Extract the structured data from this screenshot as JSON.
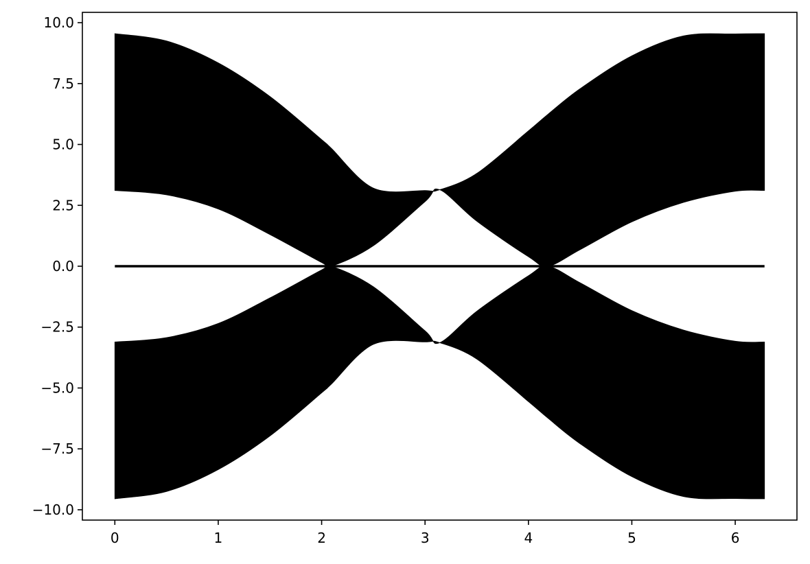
{
  "chart_data": {
    "type": "area",
    "title": "",
    "xlabel": "",
    "ylabel": "",
    "xlim": [
      -0.314,
      6.597
    ],
    "ylim": [
      -10.424,
      10.424
    ],
    "grid": false,
    "legend": "none",
    "x_ticks": [
      0,
      1,
      2,
      3,
      4,
      5,
      6
    ],
    "x_tick_labels": [
      "0",
      "1",
      "2",
      "3",
      "4",
      "5",
      "6"
    ],
    "y_ticks": [
      10,
      7.5,
      5,
      2.5,
      0,
      -2.5,
      -5,
      -7.5,
      -10
    ],
    "y_tick_labels": [
      "10.0",
      "7.5",
      "5.0",
      "2.5",
      "0.0",
      "−2.5",
      "−5.0",
      "−7.5",
      "−10.0"
    ],
    "x_range": [
      0,
      6.2832
    ],
    "bands": [
      {
        "x": [
          0,
          0.5,
          1,
          1.5,
          2,
          2.0944,
          2.5,
          3,
          3.1416,
          3.5,
          4,
          4.1888,
          4.5,
          5,
          5.5,
          6,
          6.2832
        ],
        "upper": [
          9.55,
          9.25,
          8.35,
          6.97,
          5.2,
          4.84,
          3.21,
          3.11,
          3.14,
          3.81,
          5.56,
          6.24,
          7.29,
          8.64,
          9.46,
          9.54,
          9.55
        ],
        "lower": [
          3.11,
          2.93,
          2.35,
          1.3,
          0.15,
          0.0,
          0.84,
          2.65,
          3.14,
          1.85,
          0.39,
          0.0,
          0.68,
          1.82,
          2.62,
          3.08,
          3.11
        ],
        "fill": "#000000"
      },
      {
        "x": [
          0,
          0.5,
          1,
          1.5,
          2,
          2.0944,
          2.5,
          3,
          3.1416,
          3.5,
          4,
          4.1888,
          4.5,
          5,
          5.5,
          6,
          6.2832
        ],
        "upper": [
          -3.11,
          -2.93,
          -2.35,
          -1.3,
          -0.15,
          0.0,
          -0.84,
          -2.65,
          -3.14,
          -1.85,
          -0.39,
          0.0,
          -0.68,
          -1.82,
          -2.62,
          -3.08,
          -3.11
        ],
        "lower": [
          -9.55,
          -9.25,
          -8.35,
          -6.97,
          -5.2,
          -4.84,
          -3.21,
          -3.11,
          -3.14,
          -3.81,
          -5.56,
          -6.24,
          -7.29,
          -8.64,
          -9.46,
          -9.54,
          -9.55
        ],
        "fill": "#000000"
      }
    ],
    "line": {
      "x": [
        0,
        6.2832
      ],
      "y": [
        0,
        0
      ],
      "color": "#000000"
    }
  }
}
